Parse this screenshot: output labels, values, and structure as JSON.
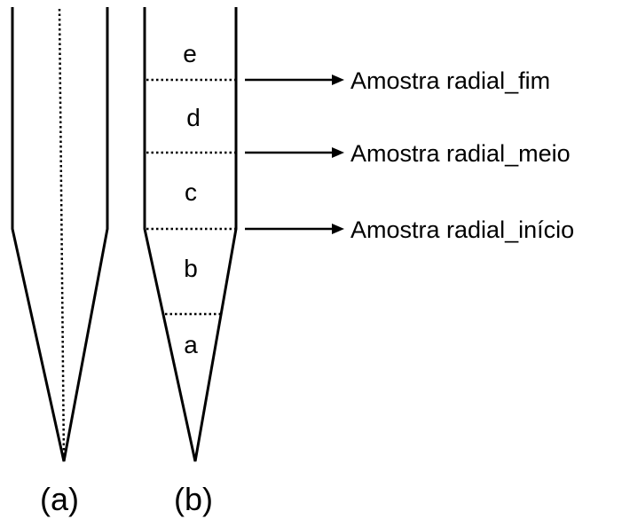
{
  "figure": {
    "panel_a": {
      "caption": "(a)"
    },
    "panel_b": {
      "caption": "(b)",
      "sections": [
        "e",
        "d",
        "c",
        "b",
        "a"
      ],
      "samples": [
        "Amostra radial_fim",
        "Amostra radial_meio",
        "Amostra radial_início"
      ]
    }
  }
}
